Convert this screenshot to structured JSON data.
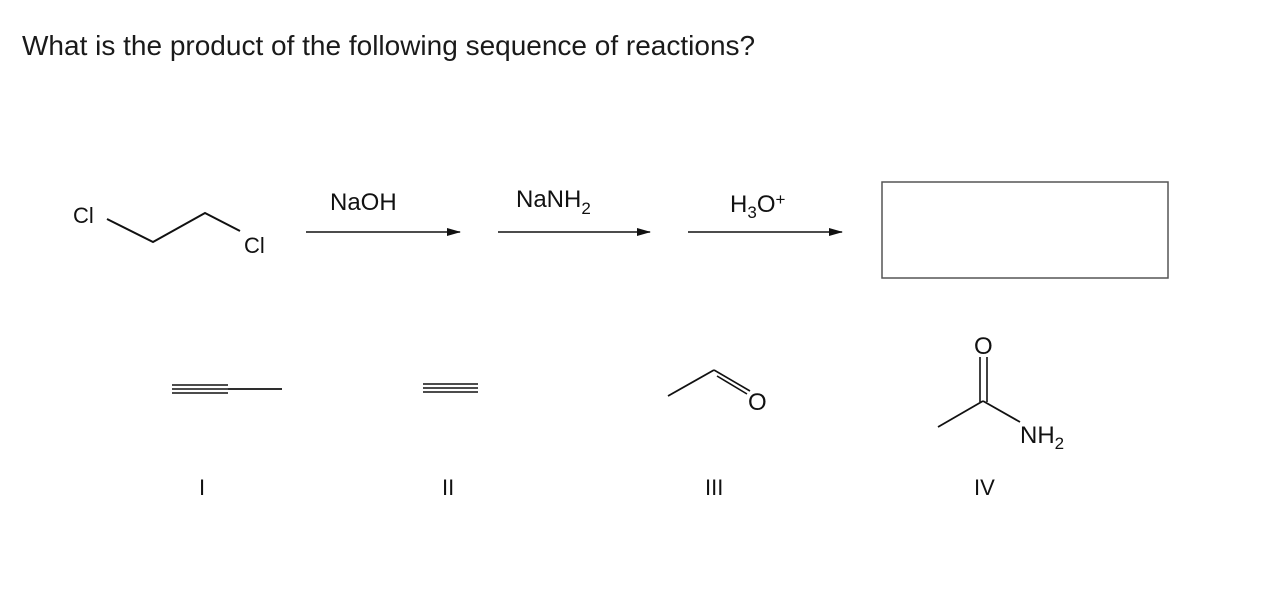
{
  "question": {
    "text": "What is the product of the following sequence of reactions?"
  },
  "reactant": {
    "atom_left": "Cl",
    "atom_right": "Cl"
  },
  "reagents": [
    {
      "name": "NaOH",
      "base": "NaOH",
      "sub": "",
      "sup": ""
    },
    {
      "name": "NaNH2",
      "base": "NaNH",
      "sub": "2",
      "sup": ""
    },
    {
      "name": "H3O+",
      "base": "H",
      "sub": "3",
      "after": "O",
      "sup": "+"
    }
  ],
  "choices": [
    {
      "label": "I"
    },
    {
      "label": "II"
    },
    {
      "label": "III",
      "hetero": "O"
    },
    {
      "label": "IV",
      "carbonyl": "O",
      "amine_base": "NH",
      "amine_sub": "2"
    }
  ],
  "colors": {
    "ink": "#111111",
    "box_border": "#555555"
  }
}
